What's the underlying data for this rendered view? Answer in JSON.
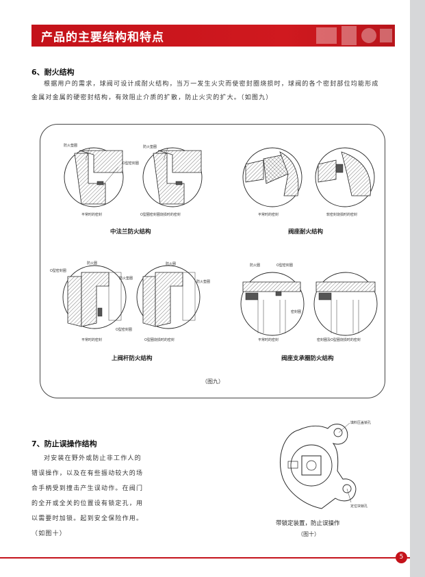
{
  "header": {
    "title": "产品的主要结构和特点"
  },
  "section6": {
    "title": "6、耐火结构",
    "para_line1": "根据用户的需求，球阀可设计成耐火结构，当万一发生火灾而使密封圈烧损时，球阀的各个密封部位均能形成",
    "para_line2": "金属对金属的硬密封结构，有效阻止介质的扩散，防止火灾的扩大。（如图九）"
  },
  "figure9": {
    "labels": {
      "fire_pad": "防火垫圈",
      "o_ring_seal": "O型密封圈",
      "normal_seal": "平常时的密封",
      "o_ring_burnt_seal": "O型圈密封圈烧损时的密封",
      "soft_seal_burnt": "软密封烧损时的密封",
      "fire_ring": "防火圈",
      "o_ring_burnt_seal_2": "O型圈烧损时的密封",
      "seal_and_o_burnt": "密封圈及O型圈烧损时的密封",
      "seal_ring": "密封圈",
      "o_seal_ring": "O型密封圈"
    },
    "captions": {
      "mid_flange": "中法兰防火结构",
      "seat": "阀座耐火结构",
      "upper_stem": "上阀杆防火结构",
      "seat_support": "阀座支承圈防火结构"
    },
    "note": "（图九）"
  },
  "section7": {
    "title": "7、防止误操作结构",
    "lines": [
      "对安装在野外或防止非工作人的",
      "错误操作，以及在有些振动较大的场",
      "合手柄受到撞击产生误动作。在阀门",
      "的全开或全关的位置设有锁定孔，用",
      "以需要时加锁。起到安全保险作用。",
      "（如图十）"
    ]
  },
  "figure10": {
    "label_top": "填料压盖锁孔",
    "label_bottom": "定位块锁孔",
    "caption": "带锁定装置，防止误操作",
    "note": "（图十）"
  },
  "footer": {
    "page": "5"
  },
  "colors": {
    "accent": "#c4121a",
    "sidebar": "#d6d7d9"
  }
}
